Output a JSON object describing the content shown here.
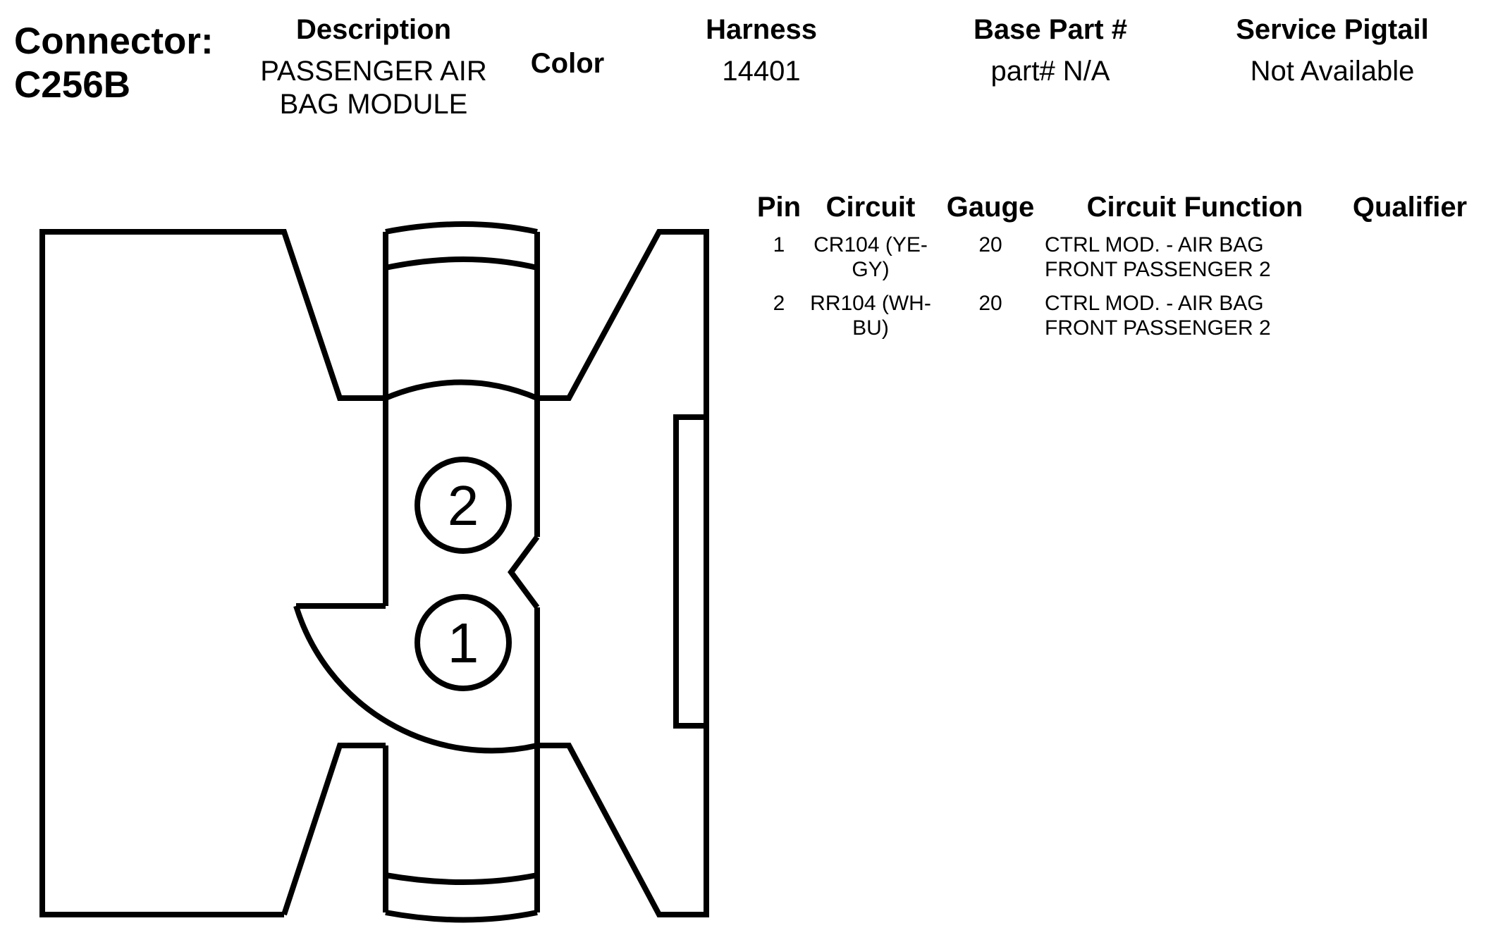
{
  "connector": {
    "label": "Connector:",
    "id": "C256B"
  },
  "header": {
    "description_label": "Description",
    "description_line1": "PASSENGER AIR",
    "description_line2": "BAG MODULE",
    "color_label": "Color",
    "harness_label": "Harness",
    "harness_value": "14401",
    "base_part_label": "Base Part #",
    "base_part_value": "part# N/A",
    "pigtail_label": "Service Pigtail",
    "pigtail_value": "Not Available"
  },
  "pin_table": {
    "headers": {
      "pin": "Pin",
      "circuit": "Circuit",
      "gauge": "Gauge",
      "function": "Circuit Function",
      "qualifier": "Qualifier"
    },
    "rows": [
      {
        "pin": "1",
        "circuit_line1": "CR104 (YE-",
        "circuit_line2": "GY)",
        "gauge": "20",
        "function_line1": "CTRL MOD. - AIR BAG",
        "function_line2": "FRONT PASSENGER 2"
      },
      {
        "pin": "2",
        "circuit_line1": "RR104 (WH-",
        "circuit_line2": "BU)",
        "gauge": "20",
        "function_line1": "CTRL MOD. - AIR BAG",
        "function_line2": "FRONT PASSENGER 2"
      }
    ]
  },
  "diagram": {
    "pin_labels": [
      "2",
      "1"
    ]
  }
}
